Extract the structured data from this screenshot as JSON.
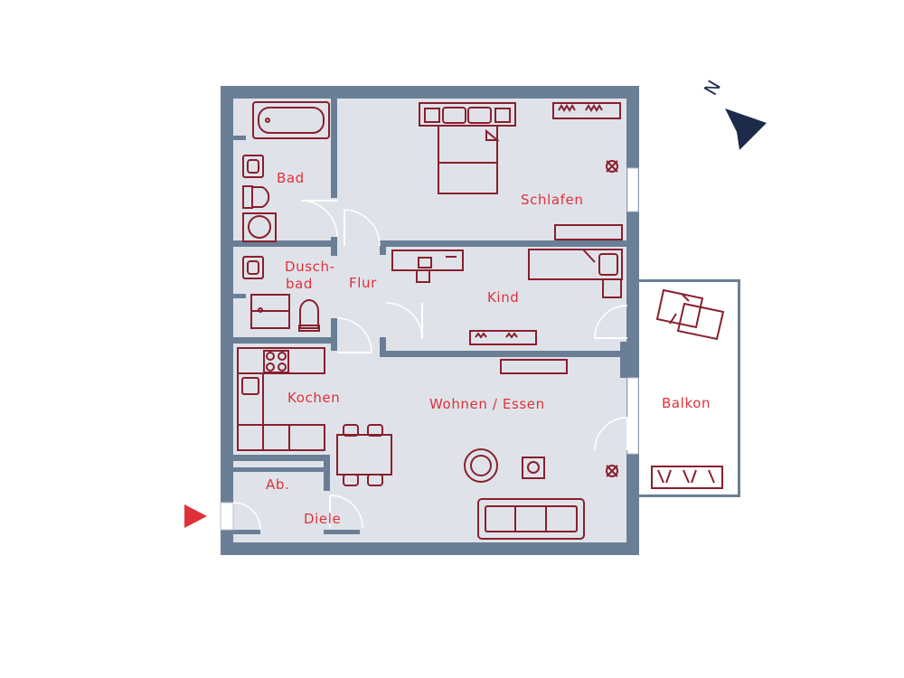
{
  "rooms": {
    "bad": "Bad",
    "schlafen": "Schlafen",
    "duschbad_1": "Dusch-",
    "duschbad_2": "bad",
    "flur": "Flur",
    "kind": "Kind",
    "kochen": "Kochen",
    "wohnen": "Wohnen / Essen",
    "balkon": "Balkon",
    "ab": "Ab.",
    "diele": "Diele"
  },
  "compass": {
    "label": "N"
  },
  "colors": {
    "wall": "#6a7f96",
    "floor": "#dfe3e9",
    "label": "#e0303a",
    "furniture": "#8a1f2e",
    "entrance": "#e0303a",
    "compass": "#1d2b4a"
  },
  "icons": [
    "compass-arrow-icon",
    "entrance-arrow-icon"
  ]
}
